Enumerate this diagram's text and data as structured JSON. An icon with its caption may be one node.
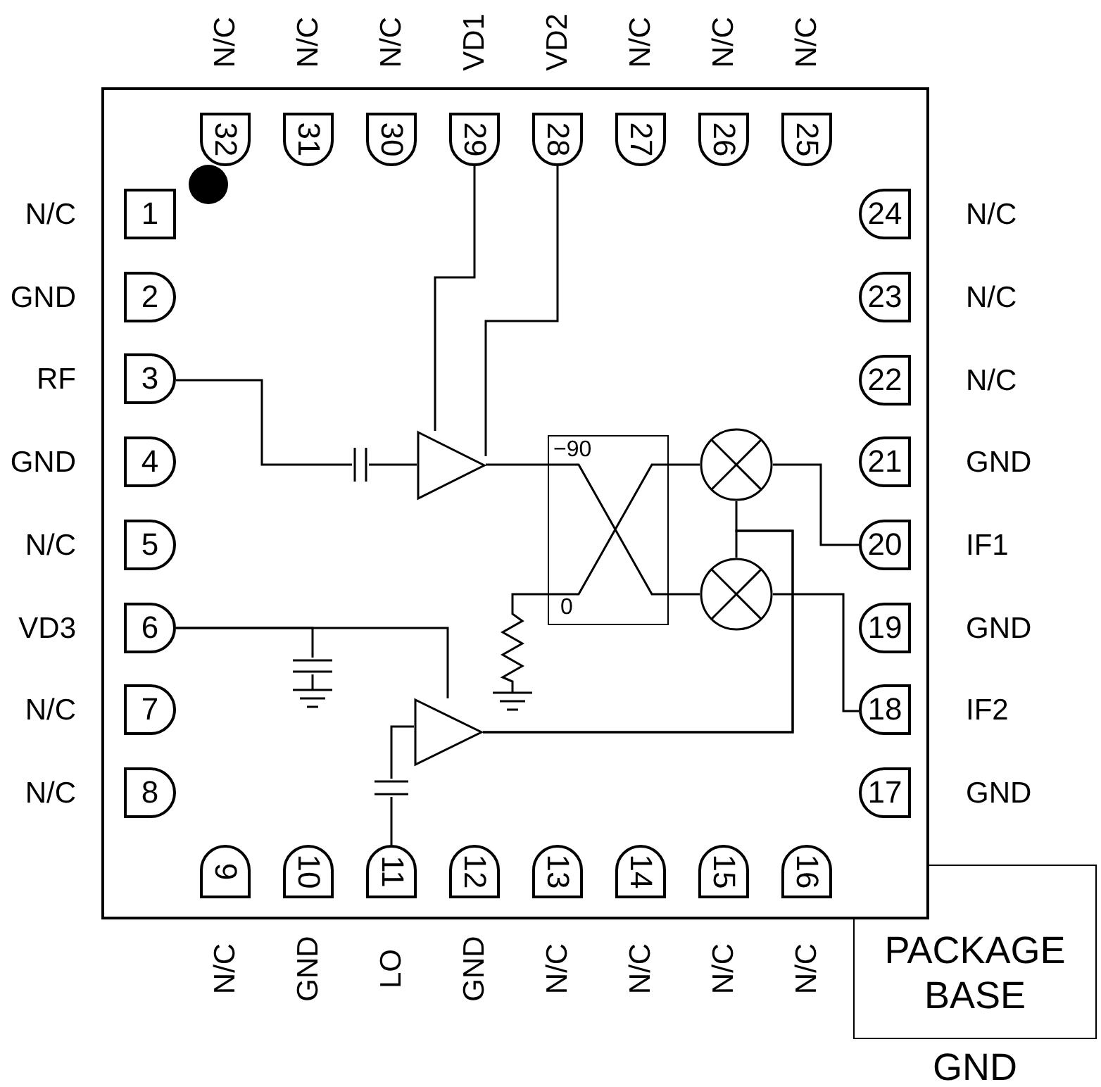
{
  "diagram": {
    "nodes": [
      {
        "text": [],
        "shape": "box"
      },
      {
        "text": [
          "1"
        ],
        "beside": [
          "N/C"
        ],
        "in": 0
      },
      {
        "text": [
          "2"
        ],
        "beside": [
          "GND"
        ],
        "in": 0
      },
      {
        "text": [
          "3"
        ],
        "beside": [
          "RF"
        ],
        "in": 0
      },
      {
        "text": [
          "4"
        ],
        "beside": [
          "GND"
        ],
        "in": 0
      },
      {
        "text": [
          "5"
        ],
        "beside": [
          "N/C"
        ],
        "in": 0
      },
      {
        "text": [
          "6"
        ],
        "beside": [
          "VD3"
        ],
        "in": 0
      },
      {
        "text": [
          "7"
        ],
        "beside": [
          "N/C"
        ],
        "in": 0
      },
      {
        "text": [
          "8"
        ],
        "beside": [
          "N/C"
        ],
        "in": 0
      },
      {
        "text": [
          "9"
        ],
        "beside": [
          "N/C"
        ],
        "in": 0
      },
      {
        "text": [
          "10"
        ],
        "beside": [
          "GND"
        ],
        "in": 0
      },
      {
        "text": [
          "11"
        ],
        "beside": [
          "LO"
        ],
        "in": 0
      },
      {
        "text": [
          "12"
        ],
        "beside": [
          "GND"
        ],
        "in": 0
      },
      {
        "text": [
          "13"
        ],
        "beside": [
          "N/C"
        ],
        "in": 0
      },
      {
        "text": [
          "14"
        ],
        "beside": [
          "N/C"
        ],
        "in": 0
      },
      {
        "text": [
          "15"
        ],
        "beside": [
          "N/C"
        ],
        "in": 0
      },
      {
        "text": [
          "16"
        ],
        "beside": [
          "N/C"
        ],
        "in": 0
      },
      {
        "text": [
          "17"
        ],
        "beside": [
          "GND"
        ],
        "in": 0
      },
      {
        "text": [
          "18"
        ],
        "beside": [
          "IF2"
        ],
        "in": 0
      },
      {
        "text": [
          "19"
        ],
        "beside": [
          "GND"
        ],
        "in": 0
      },
      {
        "text": [
          "20"
        ],
        "beside": [
          "IF1"
        ],
        "in": 0
      },
      {
        "text": [
          "21"
        ],
        "beside": [
          "GND"
        ],
        "in": 0
      },
      {
        "text": [
          "22"
        ],
        "beside": [
          "N/C"
        ],
        "in": 0
      },
      {
        "text": [
          "23"
        ],
        "beside": [
          "N/C"
        ],
        "in": 0
      },
      {
        "text": [
          "24"
        ],
        "beside": [
          "N/C"
        ],
        "in": 0
      },
      {
        "text": [
          "25"
        ],
        "beside": [
          "N/C"
        ],
        "in": 0
      },
      {
        "text": [
          "26"
        ],
        "beside": [
          "N/C"
        ],
        "in": 0
      },
      {
        "text": [
          "27"
        ],
        "beside": [
          "N/C"
        ],
        "in": 0
      },
      {
        "text": [
          "28"
        ],
        "beside": [
          "VD2"
        ],
        "in": 0
      },
      {
        "text": [
          "29"
        ],
        "beside": [
          "VD1"
        ],
        "in": 0
      },
      {
        "text": [
          "30"
        ],
        "beside": [
          "N/C"
        ],
        "in": 0
      },
      {
        "text": [
          "31"
        ],
        "beside": [
          "N/C"
        ],
        "in": 0
      },
      {
        "text": [
          "32"
        ],
        "beside": [
          "N/C"
        ],
        "in": 0
      },
      {
        "text": [],
        "shape": "triangle",
        "in": 0
      },
      {
        "text": [
          "−90",
          "0"
        ],
        "in": 0
      },
      {
        "text": [],
        "shape": "circle",
        "in": 0
      },
      {
        "text": [],
        "shape": "circle",
        "in": 0
      },
      {
        "text": [],
        "shape": "triangle",
        "in": 0
      },
      {
        "text": [],
        "shape": "capacitor",
        "in": 0
      },
      {
        "text": [],
        "shape": "capacitor",
        "in": 0
      },
      {
        "text": [],
        "shape": "capacitor",
        "in": 0
      },
      {
        "text": [],
        "shape": "resistor",
        "in": 0
      },
      {
        "text": [
          "PACKAGE BASE"
        ],
        "beside": [
          "GND"
        ]
      }
    ],
    "edges": [
      {
        "from": 3,
        "to": 38,
        "arrow": "none"
      },
      {
        "from": 38,
        "to": 33,
        "arrow": "none"
      },
      {
        "from": 29,
        "to": 33,
        "arrow": "none"
      },
      {
        "from": 28,
        "to": 33,
        "arrow": "none"
      },
      {
        "from": 33,
        "to": 34,
        "arrow": "none"
      },
      {
        "from": 34,
        "to": 35,
        "arrow": "none"
      },
      {
        "from": 34,
        "to": 36,
        "arrow": "none"
      },
      {
        "from": 34,
        "to": 41,
        "arrow": "none"
      },
      {
        "from": 35,
        "to": 20,
        "arrow": "none"
      },
      {
        "from": 36,
        "to": 18,
        "arrow": "none"
      },
      {
        "from": 6,
        "to": 40,
        "arrow": "none"
      },
      {
        "from": 6,
        "to": 37,
        "arrow": "none"
      },
      {
        "from": 11,
        "to": 39,
        "arrow": "none"
      },
      {
        "from": 39,
        "to": 37,
        "arrow": "none"
      },
      {
        "from": 37,
        "to": 35,
        "arrow": "none"
      },
      {
        "from": 37,
        "to": 36,
        "arrow": "none"
      }
    ]
  }
}
